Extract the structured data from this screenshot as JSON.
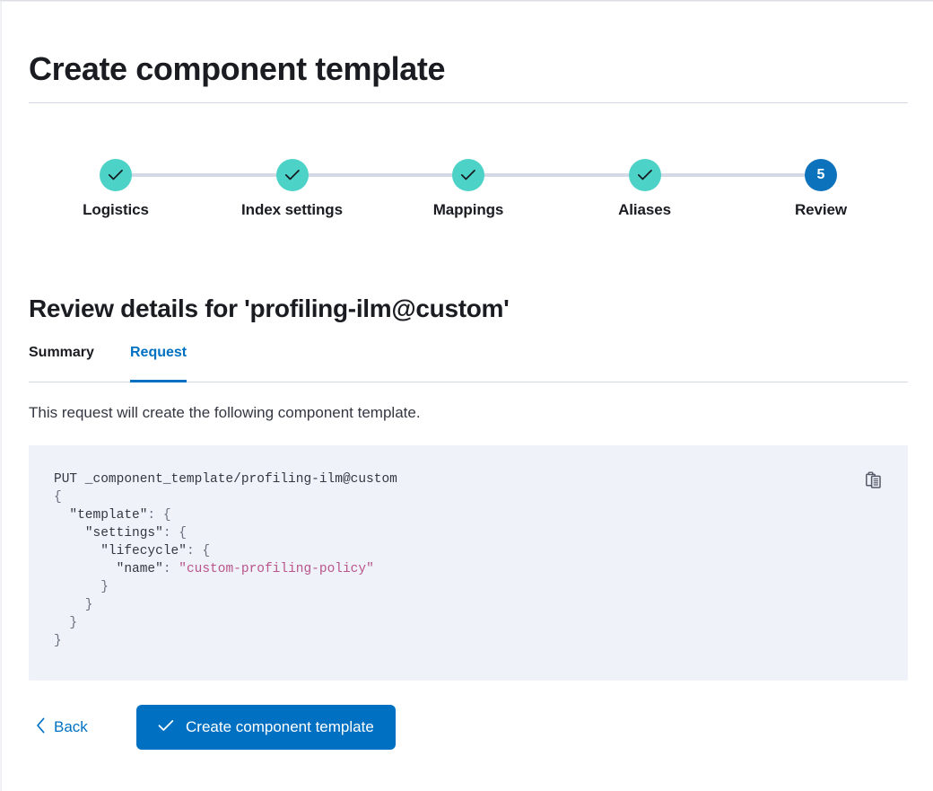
{
  "page": {
    "title": "Create component template"
  },
  "steps": {
    "items": [
      {
        "label": "Logistics",
        "state": "done",
        "number": "1",
        "icon": "check-icon"
      },
      {
        "label": "Index settings",
        "state": "done",
        "number": "2",
        "icon": "check-icon"
      },
      {
        "label": "Mappings",
        "state": "done",
        "number": "3",
        "icon": "check-icon"
      },
      {
        "label": "Aliases",
        "state": "done",
        "number": "4",
        "icon": "check-icon"
      },
      {
        "label": "Review",
        "state": "current",
        "number": "5",
        "icon": ""
      }
    ],
    "colors": {
      "done": "#4dd2c8",
      "current": "#0b72bb",
      "connector": "#d3dae6"
    }
  },
  "review": {
    "heading": "Review details for 'profiling-ilm@custom'",
    "tabs": [
      {
        "label": "Summary",
        "active": false
      },
      {
        "label": "Request",
        "active": true
      }
    ],
    "description": "This request will create the following component template.",
    "accent_color": "#0071c2"
  },
  "request": {
    "copy_icon": "copy-clipboard-icon",
    "method": "PUT",
    "path": "_component_template/profiling-ilm@custom",
    "body_lines": [
      "PUT _component_template/profiling-ilm@custom",
      "{",
      "  \"template\": {",
      "    \"settings\": {",
      "      \"lifecycle\": {",
      "        \"name\": \"custom-profiling-policy\"",
      "      }",
      "    }",
      "  }",
      "}"
    ],
    "string_value": "custom-profiling-policy",
    "panel_bg": "#f0f2fa",
    "string_color": "#b9558a"
  },
  "footer": {
    "back_label": "Back",
    "back_icon": "chevron-left-icon",
    "create_label": "Create component template",
    "create_icon": "check-icon",
    "create_color": "#0071c2"
  }
}
